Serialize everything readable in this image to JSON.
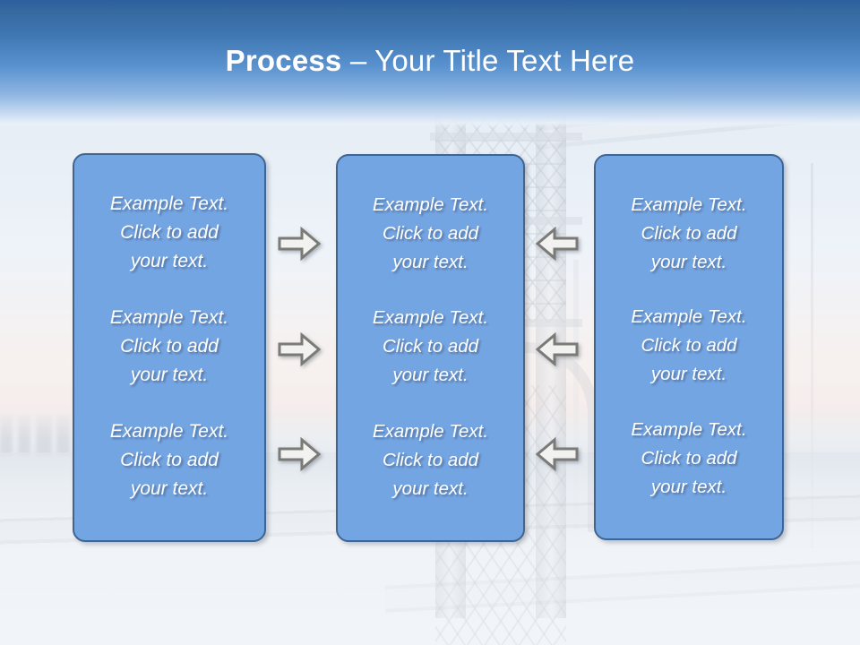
{
  "slide": {
    "title": {
      "bold_part": "Process ",
      "rest_part": "– Your Title Text Here",
      "full": "Process – Your Title Text Here"
    },
    "theme": {
      "header_top_color": "#2c5f9e",
      "header_bottom_color": "#c9dcf1",
      "box_fill_color": "#74a5e3",
      "box_border_color": "#3f6592",
      "text_color": "#ffffff",
      "arrow_fill_color": "#f2f2f0",
      "arrow_outline_color": "#7a7a76",
      "background_description": "washed-out photograph of a suspension bridge over water at dusk"
    },
    "columns": [
      {
        "name": "column-left",
        "items": [
          {
            "text": "Example Text.\nClick  to add\nyour text."
          },
          {
            "text": "Example Text.\nClick  to add\nyour text."
          },
          {
            "text": "Example Text.\nClick  to add\nyour text."
          }
        ]
      },
      {
        "name": "column-middle",
        "items": [
          {
            "text": "Example Text.\nClick  to add\nyour text."
          },
          {
            "text": "Example Text.\nClick  to add\nyour text."
          },
          {
            "text": "Example Text.\nClick  to add\nyour text."
          }
        ]
      },
      {
        "name": "column-right",
        "items": [
          {
            "text": "Example Text.\nClick  to add\nyour text."
          },
          {
            "text": "Example Text.\nClick  to add\nyour text."
          },
          {
            "text": "Example Text.\nClick  to add\nyour text."
          }
        ]
      }
    ],
    "connectors": [
      {
        "name": "arrow-right-1",
        "direction": "right"
      },
      {
        "name": "arrow-right-2",
        "direction": "right"
      },
      {
        "name": "arrow-right-3",
        "direction": "right"
      },
      {
        "name": "arrow-left-1",
        "direction": "left"
      },
      {
        "name": "arrow-left-2",
        "direction": "left"
      },
      {
        "name": "arrow-left-3",
        "direction": "left"
      }
    ]
  }
}
